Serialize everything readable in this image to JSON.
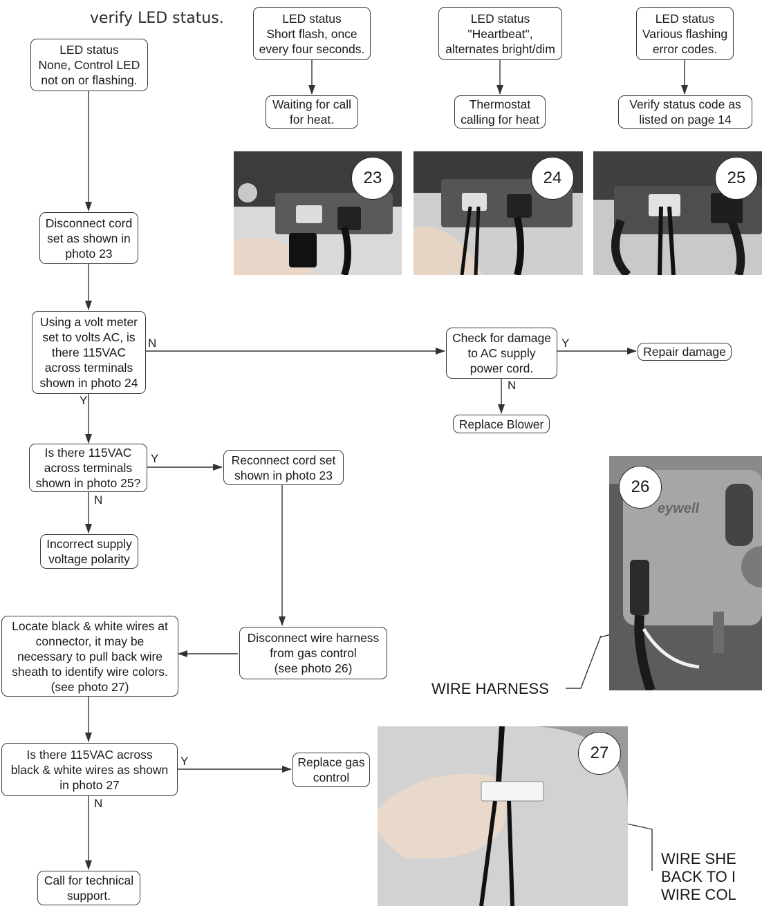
{
  "intro_text": "verify LED status.",
  "boxes": {
    "led_none": "LED status\nNone, Control LED\nnot on or flashing.",
    "led_short": "LED status\nShort flash, once\nevery four seconds.",
    "led_heartbeat": "LED status\n\"Heartbeat\",\nalternates bright/dim",
    "led_various": "LED status\nVarious flashing\nerror codes.",
    "waiting": "Waiting for call\nfor heat.",
    "thermostat": "Thermostat\ncalling for heat",
    "verify_code": "Verify status code as\nlisted on page 14",
    "disconnect_cord": "Disconnect cord\nset as shown in\nphoto 23",
    "volt_meter": "Using a volt meter\nset to volts AC, is\nthere 115VAC\nacross terminals\nshown in photo 24",
    "check_damage": "Check for damage\nto AC supply\npower cord.",
    "repair": "Repair damage",
    "replace_blower": "Replace Blower",
    "is_115_25": "Is there 115VAC\nacross terminals\nshown in photo 25?",
    "reconnect": "Reconnect cord set\nshown in photo 23",
    "incorrect_polarity": "Incorrect supply\nvoltage polarity",
    "locate_wires": "Locate black & white wires at\nconnector, it may be\nnecessary to pull back wire\nsheath to identify wire colors.\n(see photo 27)",
    "disconnect_harness": "Disconnect wire harness\nfrom gas control\n(see photo 26)",
    "is_115_bw": "Is there 115VAC across\nblack & white wires as shown\nin photo 27",
    "replace_gas": "Replace gas\ncontrol",
    "call_support": "Call for technical\nsupport."
  },
  "branch_labels": {
    "volt_no": "N",
    "volt_yes": "Y",
    "damage_yes": "Y",
    "damage_no": "N",
    "p25_yes": "Y",
    "p25_no": "N",
    "bw_yes": "Y",
    "bw_no": "N"
  },
  "photos": {
    "p23": "23",
    "p24": "24",
    "p25": "25",
    "p26": "26",
    "p27": "27",
    "p26_brand": "eywell"
  },
  "callouts": {
    "wire_harness": "WIRE HARNESS",
    "wire_sheath": "WIRE SHE\nBACK TO I\nWIRE COL"
  }
}
